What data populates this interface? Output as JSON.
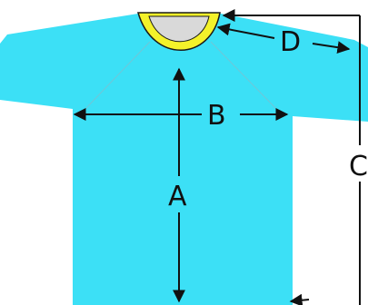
{
  "diagram": {
    "colors": {
      "shirt": "#3ce0f6",
      "collar": "#f4f22a",
      "collar_outline": "#1a1a1a",
      "neck_inside": "#d9d9d9",
      "lines": "#111111"
    },
    "dimensions": {
      "A": "A",
      "B": "B",
      "C": "C",
      "D": "D"
    }
  }
}
